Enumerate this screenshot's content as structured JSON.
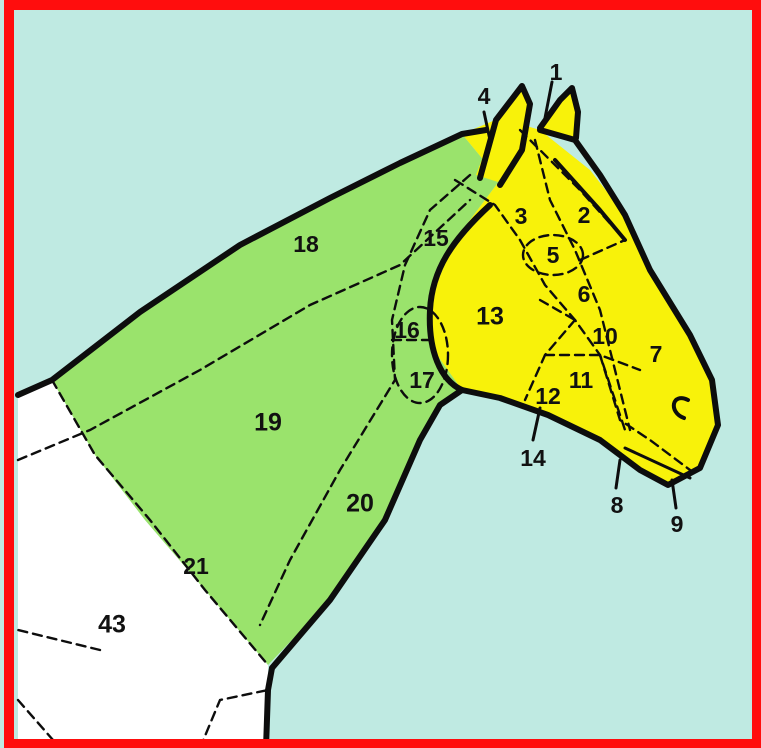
{
  "colors": {
    "background": "#bfeae2",
    "frame": "#ff0d0d",
    "neck": "#9ae36c",
    "head": "#f8f20a",
    "body": "#ffffff",
    "outline": "#0d0d0d"
  },
  "labels": {
    "r1": "1",
    "r2": "2",
    "r3": "3",
    "r4": "4",
    "r5": "5",
    "r6": "6",
    "r7": "7",
    "r8": "8",
    "r9": "9",
    "r10": "10",
    "r11": "11",
    "r12": "12",
    "r13": "13",
    "r14": "14",
    "r15": "15",
    "r16": "16",
    "r17": "17",
    "r18": "18",
    "r19": "19",
    "r20": "20",
    "r21": "21",
    "r43": "43"
  }
}
